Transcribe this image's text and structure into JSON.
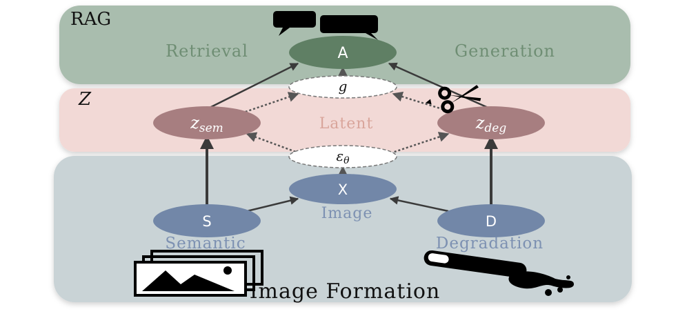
{
  "panels": {
    "rag": {
      "title": "RAG",
      "left_label": "Retrieval",
      "right_label": "Generation",
      "color": "#a9bdae"
    },
    "latent": {
      "title": "Z",
      "center_label": "Latent",
      "color": "#f2d9d6"
    },
    "image": {
      "title": "Image Formation",
      "color": "#c9d3d6"
    }
  },
  "nodes": {
    "A": {
      "label": "A",
      "color": "#5f7f64"
    },
    "g": {
      "label": "g"
    },
    "zsem": {
      "label_base": "z",
      "label_sub": "sem",
      "color": "#a77e80"
    },
    "zdeg": {
      "label_base": "z",
      "label_sub": "deg",
      "color": "#a77e80"
    },
    "eps": {
      "label_base": "ε",
      "label_sub": "θ"
    },
    "X": {
      "label": "X",
      "caption": "Image",
      "color": "#7287a8"
    },
    "S": {
      "label": "S",
      "caption": "Semantic",
      "color": "#7287a8"
    },
    "D": {
      "label": "D",
      "caption": "Degradation",
      "color": "#7287a8"
    }
  },
  "text_colors": {
    "rag_side": "#6f8e74",
    "latent_center": "#d9a59b",
    "image_side": "#7d91b2",
    "dark": "#111111"
  },
  "icons": [
    "chat-bubbles-icon",
    "scissors-icon",
    "images-icon",
    "paint-tube-icon"
  ]
}
